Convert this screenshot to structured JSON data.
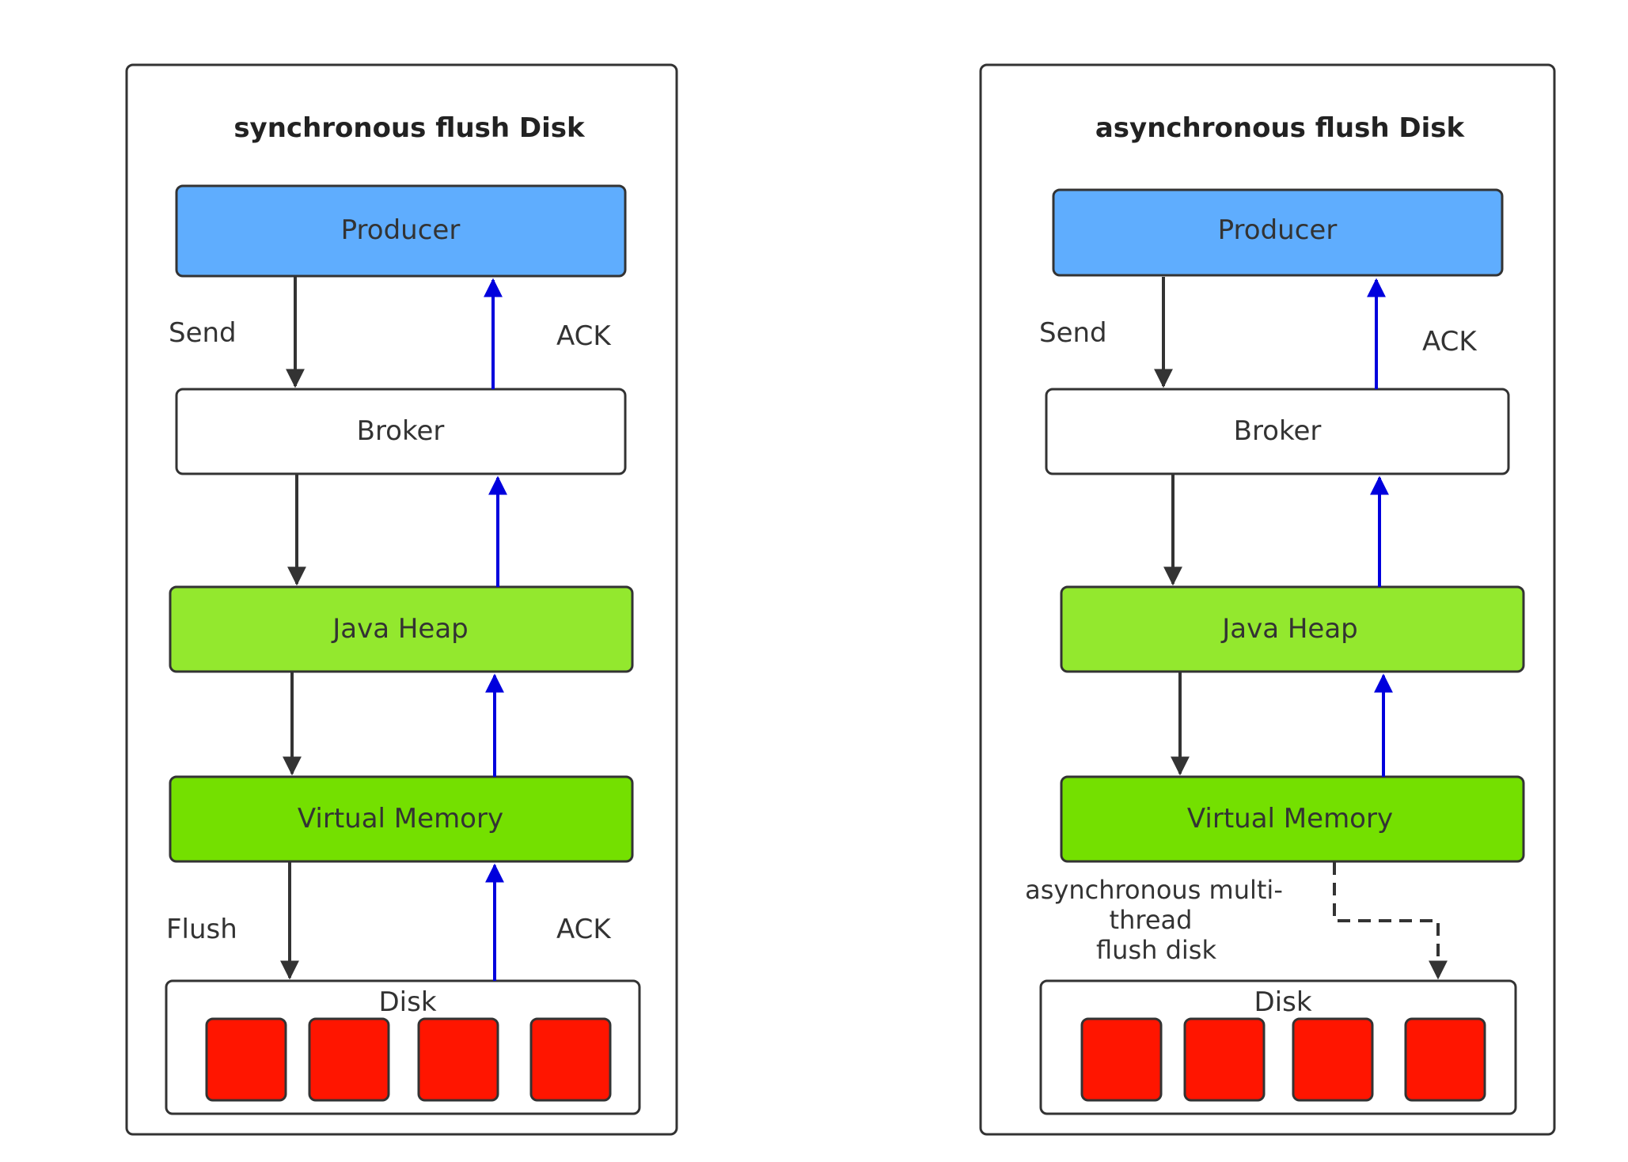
{
  "colors": {
    "producer": "#5fadfe",
    "broker": "#ffffff",
    "java_heap": "#93e82e",
    "virtual_memory": "#74e000",
    "disk_block": "#ff1500",
    "stroke": "#333333",
    "ack_arrow": "#0000dd",
    "send_arrow": "#333333"
  },
  "sync": {
    "title": "synchronous flush Disk",
    "producer": "Producer",
    "broker": "Broker",
    "java_heap": "Java Heap",
    "virtual_memory": "Virtual Memory",
    "disk": "Disk",
    "send_label": "Send",
    "ack_top_label": "ACK",
    "flush_label": "Flush",
    "ack_bottom_label": "ACK"
  },
  "async": {
    "title": "asynchronous flush Disk",
    "producer": "Producer",
    "broker": "Broker",
    "java_heap": "Java Heap",
    "virtual_memory": "Virtual Memory",
    "disk": "Disk",
    "send_label": "Send",
    "ack_top_label": "ACK",
    "note_line1": "asynchronous multi-",
    "note_line2": "thread",
    "note_line3": "flush disk"
  }
}
